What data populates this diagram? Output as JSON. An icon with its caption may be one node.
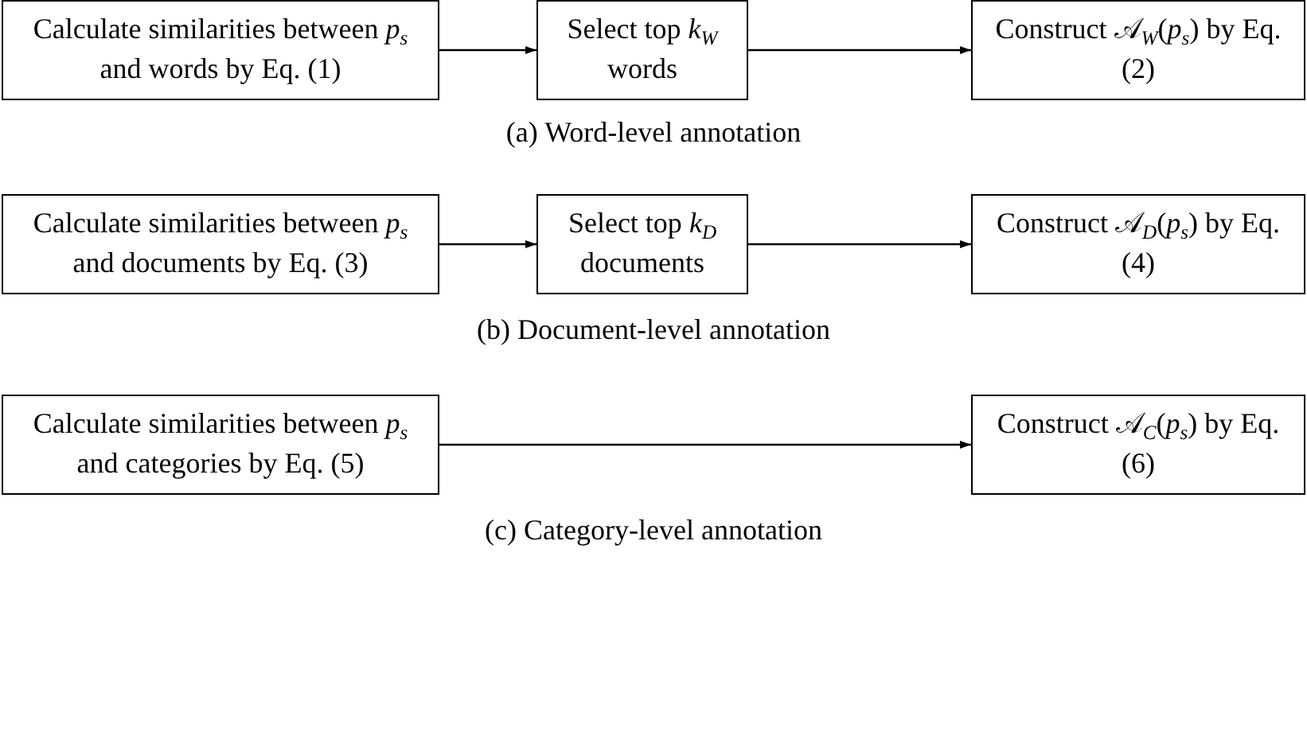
{
  "diagram": {
    "nodes": [
      {
        "text": [
          "Calculate similarities between *p*$_{s}$ and words by Eq. (1)"
        ]
      },
      {
        "text": [
          "Select top *k*$_{W}$ words"
        ]
      },
      {
        "text": [
          "Construct 𝒜$_{W}$(*p*$_{s}$) by Eq. (2)"
        ]
      },
      {
        "text": [
          "Calculate similarities between *p*$_{s}$ and documents by Eq. (3)"
        ]
      },
      {
        "text": [
          "Select top *k*$_{D}$ documents"
        ]
      },
      {
        "text": [
          "Construct 𝒜$_{D}$(*p*$_{s}$) by Eq. (4)"
        ]
      },
      {
        "text": [
          "Calculate similarities between *p*$_{s}$ and categories by Eq. (5)"
        ]
      },
      {
        "text": [
          "Construct 𝒜$_{C}$(*p*$_{s}$) by Eq. (6)"
        ]
      }
    ],
    "edges": [
      {
        "from": 0,
        "to": 1,
        "arrow": "to"
      },
      {
        "from": 1,
        "to": 2,
        "arrow": "to"
      },
      {
        "from": 3,
        "to": 4,
        "arrow": "to"
      },
      {
        "from": 4,
        "to": 5,
        "arrow": "to"
      },
      {
        "from": 6,
        "to": 7,
        "arrow": "to"
      }
    ],
    "labels": [
      "(a) Word-level annotation",
      "(b) Document-level annotation",
      "(c) Category-level annotation"
    ]
  }
}
